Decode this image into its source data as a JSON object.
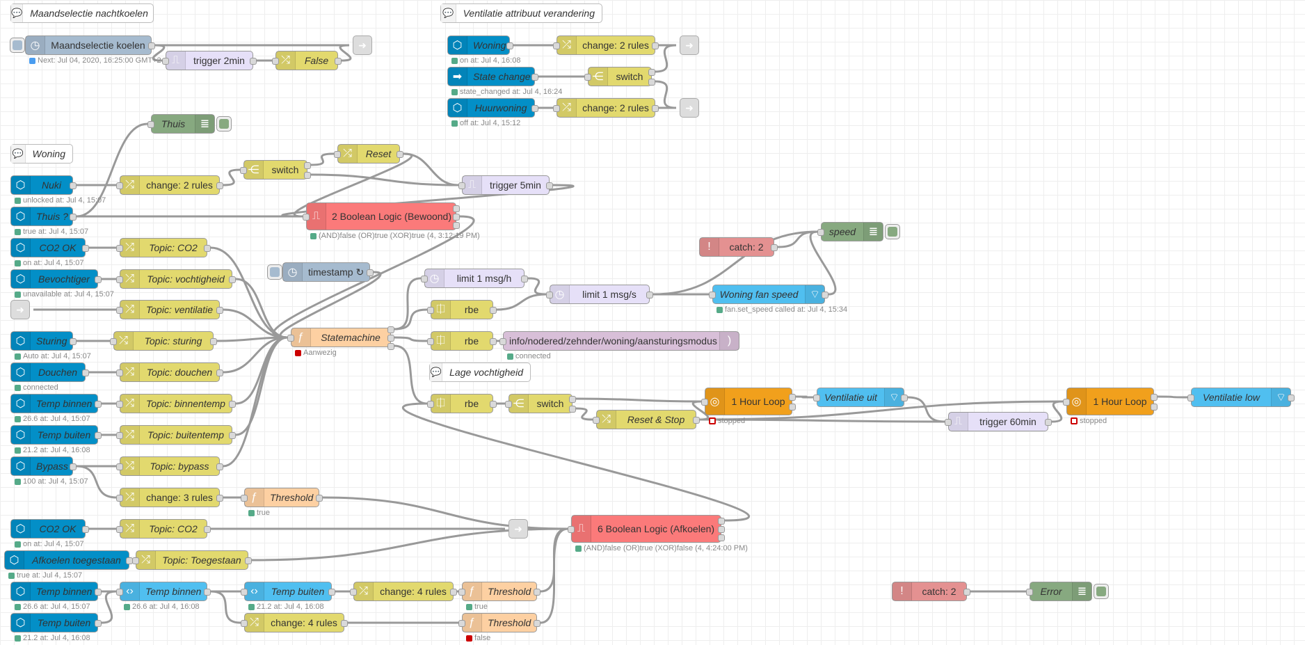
{
  "comments": {
    "c1": "Maandselectie nachtkoelen",
    "c2": "Ventilatie attribuut verandering",
    "c3": "Woning",
    "c4": "Lage vochtigheid"
  },
  "nodes": {
    "maandselectie": {
      "label": "Maandselectie koelen",
      "icon": "timer-icon",
      "status": "Next: Jul 04, 2020, 16:25:00 GMT+2"
    },
    "trigger2": {
      "label": "trigger 2min"
    },
    "false": {
      "label": "False"
    },
    "thuis_dbg": {
      "label": "Thuis"
    },
    "woning_ev": {
      "label": "Woning",
      "status": "on at: Jul 4, 16:08"
    },
    "woning_chg": {
      "label": "change: 2 rules"
    },
    "state_change": {
      "label": "State change",
      "status": "state_changed at: Jul 4, 16:24"
    },
    "sc_switch": {
      "label": "switch"
    },
    "huurwoning": {
      "label": "Huurwoning",
      "status": "off at: Jul 4, 15:12"
    },
    "huur_chg": {
      "label": "change: 2 rules"
    },
    "nuki": {
      "label": "Nuki",
      "status": "unlocked at: Jul 4, 15:07"
    },
    "nuki_chg": {
      "label": "change: 2 rules"
    },
    "nuki_switch": {
      "label": "switch"
    },
    "reset": {
      "label": "Reset"
    },
    "trigger5": {
      "label": "trigger 5min"
    },
    "thuis_q": {
      "label": "Thuis ?",
      "status": "true at: Jul 4, 15:07"
    },
    "bool2": {
      "label": "2 Boolean Logic (Bewoond)",
      "status": "(AND)false (OR)true (XOR)true (4, 3:12:19 PM)"
    },
    "co2ok": {
      "label": "CO2 OK",
      "status": "on at: Jul 4, 15:07"
    },
    "topic_co2": {
      "label": "Topic: CO2"
    },
    "bevochtiger": {
      "label": "Bevochtiger",
      "status": "unavailable at: Jul 4, 15:07"
    },
    "topic_vocht": {
      "label": "Topic: vochtigheid"
    },
    "topic_vent": {
      "label": "Topic: ventilatie"
    },
    "sturing": {
      "label": "Sturing",
      "status": "Auto at: Jul 4, 15:07"
    },
    "topic_sturing": {
      "label": "Topic: sturing"
    },
    "douchen": {
      "label": "Douchen",
      "status": "connected"
    },
    "topic_douchen": {
      "label": "Topic: douchen"
    },
    "tempbin": {
      "label": "Temp binnen",
      "status": "26.6 at: Jul 4, 15:07"
    },
    "topic_bin": {
      "label": "Topic: binnentemp"
    },
    "tempbui": {
      "label": "Temp buiten",
      "status": "21.2 at: Jul 4, 16:08"
    },
    "topic_bui": {
      "label": "Topic: buitentemp"
    },
    "bypass": {
      "label": "Bypass",
      "status": "100 at: Jul 4, 15:07"
    },
    "topic_bypass": {
      "label": "Topic: bypass"
    },
    "timestamp": {
      "label": "timestamp ↻"
    },
    "statemachine": {
      "label": "Statemachine",
      "status": "Aanwezig"
    },
    "limit_h": {
      "label": "limit 1 msg/h"
    },
    "limit_s": {
      "label": "limit 1 msg/s"
    },
    "rbe1": {
      "label": "rbe"
    },
    "rbe2": {
      "label": "rbe"
    },
    "mqtt": {
      "label": "info/nodered/zehnder/woning/aansturingsmodus",
      "status": "connected"
    },
    "catch_top": {
      "label": "catch: 2"
    },
    "speed": {
      "label": "speed"
    },
    "fanspeed": {
      "label": "Woning fan speed",
      "status": "fan.set_speed called at: Jul 4, 15:34"
    },
    "rbe3": {
      "label": "rbe"
    },
    "vocht_switch": {
      "label": "switch"
    },
    "loop1": {
      "label": "1 Hour Loop",
      "status": "stopped"
    },
    "vent_uit": {
      "label": "Ventilatie uit"
    },
    "reset_stop": {
      "label": "Reset & Stop"
    },
    "trigger60": {
      "label": "trigger 60min"
    },
    "loop2": {
      "label": "1 Hour Loop",
      "status": "stopped"
    },
    "vent_low": {
      "label": "Ventilatie low"
    },
    "chg3": {
      "label": "change: 3 rules"
    },
    "thresh1": {
      "label": "Threshold",
      "status": "true"
    },
    "co2ok2": {
      "label": "CO2 OK",
      "status": "on at: Jul 4, 15:07"
    },
    "topic_co2b": {
      "label": "Topic: CO2"
    },
    "afkoelen": {
      "label": "Afkoelen toegestaan",
      "status": "true at: Jul 4, 15:07"
    },
    "topic_toeg": {
      "label": "Topic: Toegestaan"
    },
    "bool6": {
      "label": "6 Boolean Logic (Afkoelen)",
      "status": "(AND)false (OR)true (XOR)false (4, 4:24:00 PM)"
    },
    "tb2": {
      "label": "Temp binnen",
      "status": "26.6 at: Jul 4, 15:07"
    },
    "tbu2": {
      "label": "Temp buiten",
      "status": "21.2 at: Jul 4, 16:08"
    },
    "tb_get": {
      "label": "Temp binnen",
      "status": "26.6 at: Jul 4, 16:08"
    },
    "tbu_get": {
      "label": "Temp buiten",
      "status": "21.2 at: Jul 4, 16:08"
    },
    "chg4a": {
      "label": "change: 4 rules"
    },
    "chg4b": {
      "label": "change: 4 rules"
    },
    "thresh2": {
      "label": "Threshold",
      "status": "true"
    },
    "thresh3": {
      "label": "Threshold",
      "status": "false"
    },
    "catch_bot": {
      "label": "catch: 2"
    },
    "error": {
      "label": "Error"
    }
  }
}
